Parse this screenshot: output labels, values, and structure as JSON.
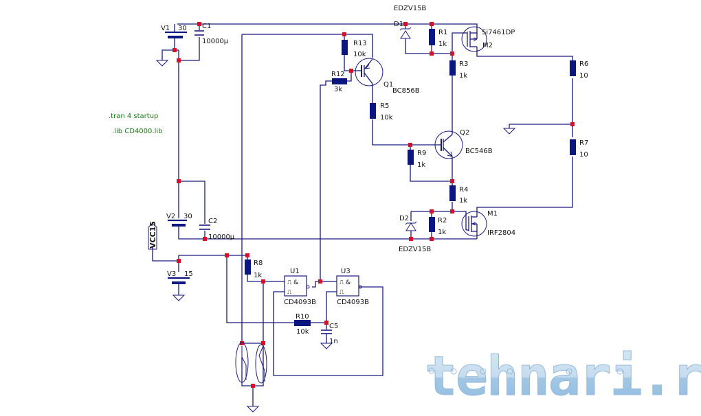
{
  "directives": {
    "tran": ".tran 4 startup",
    "lib": ".lib CD4000.lib"
  },
  "sources": {
    "V1": {
      "name": "V1",
      "value": "30"
    },
    "V2": {
      "name": "V2",
      "value": "30"
    },
    "V3": {
      "name": "V3",
      "value": "15"
    }
  },
  "net_label": "VCC15",
  "capacitors": {
    "C1": {
      "name": "C1",
      "value": "10000µ"
    },
    "C2": {
      "name": "C2",
      "value": "10000µ"
    },
    "C5": {
      "name": "C5",
      "value": "1n"
    }
  },
  "resistors": {
    "R1": {
      "name": "R1",
      "value": "1k"
    },
    "R2": {
      "name": "R2",
      "value": "1k"
    },
    "R3": {
      "name": "R3",
      "value": "1k"
    },
    "R4": {
      "name": "R4",
      "value": "1k"
    },
    "R5": {
      "name": "R5",
      "value": "10k"
    },
    "R6": {
      "name": "R6",
      "value": "10"
    },
    "R7": {
      "name": "R7",
      "value": "10"
    },
    "R8": {
      "name": "R8",
      "value": "1k"
    },
    "R9": {
      "name": "R9",
      "value": "1k"
    },
    "R10": {
      "name": "R10",
      "value": "10k"
    },
    "R12": {
      "name": "R12",
      "value": "3k"
    },
    "R13": {
      "name": "R13",
      "value": "10k"
    }
  },
  "diodes": {
    "D1": {
      "name": "D1",
      "model": "EDZV15B"
    },
    "D2": {
      "name": "D2",
      "model": "EDZV15B"
    }
  },
  "transistors": {
    "Q1": {
      "name": "Q1",
      "model": "BC856B"
    },
    "Q2": {
      "name": "Q2",
      "model": "BC546B"
    },
    "M1": {
      "name": "M1",
      "model": "IRF2804"
    },
    "M2": {
      "name": "M2",
      "model": "Si7461DP"
    }
  },
  "gates": {
    "U1": {
      "name": "U1",
      "model": "CD4093B",
      "glyph1": "⎍ &",
      "glyph2": "⎍"
    },
    "U3": {
      "name": "U3",
      "model": "CD4093B",
      "glyph1": "⎍ &",
      "glyph2": "⎍"
    }
  },
  "watermark": "tehnari.ru",
  "colors": {
    "wire": "#1a1a7a",
    "resistor": "#0c1680",
    "node": "#d4102a",
    "spice_text": "#1b7a1b",
    "watermark": "#a9cbe6"
  }
}
